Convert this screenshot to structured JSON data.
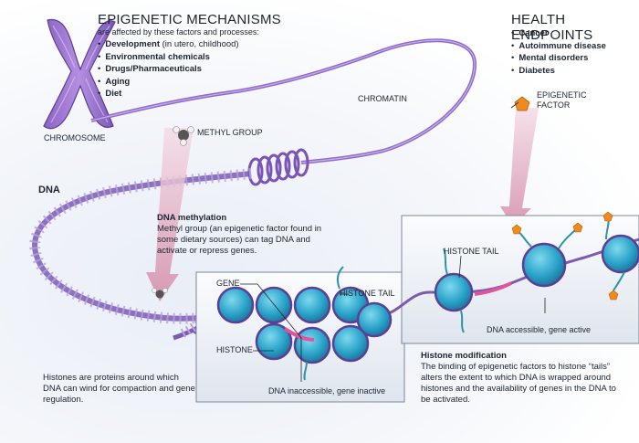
{
  "mechanisms": {
    "title": "EPIGENETIC MECHANISMS",
    "subtitle": "are affected by these factors and processes:",
    "items": [
      {
        "bold": "Development",
        "rest": " (in utero, childhood)"
      },
      {
        "bold": "Environmental chemicals",
        "rest": ""
      },
      {
        "bold": "Drugs/Pharmaceuticals",
        "rest": ""
      },
      {
        "bold": "Aging",
        "rest": ""
      },
      {
        "bold": "Diet",
        "rest": ""
      }
    ]
  },
  "endpoints": {
    "title": "HEALTH ENDPOINTS",
    "items": [
      "Cancer",
      "Autoimmune disease",
      "Mental disorders",
      "Diabetes"
    ]
  },
  "labels": {
    "chromosome": "CHROMOSOME",
    "chromatin": "CHROMATIN",
    "methyl_group": "METHYL GROUP",
    "epigenetic_factor": "EPIGENETIC FACTOR",
    "dna": "DNA",
    "gene": "GENE",
    "histone_tail_left": "HISTONE TAIL",
    "histone_tail_right": "HISTONE TAIL",
    "histone": "HISTONE",
    "inaccessible": "DNA inaccessible, gene inactive",
    "accessible": "DNA accessible, gene active"
  },
  "methylation": {
    "title": "DNA methylation",
    "body": "Methyl group (an epigenetic factor found in some dietary sources) can tag DNA and activate or repress genes."
  },
  "histones_note": "Histones are proteins around which DNA can wind for compaction and gene regulation.",
  "histone_mod": {
    "title": "Histone modification",
    "body": "The binding of epigenetic factors to histone “tails” alters the extent to which DNA is wrapped around histones and the availability of genes in the DNA to be activated."
  },
  "colors": {
    "dna": "#7a5bb0",
    "histone": "#2fa6c8",
    "gene": "#e0559a",
    "factor": "#ef8a1e"
  }
}
